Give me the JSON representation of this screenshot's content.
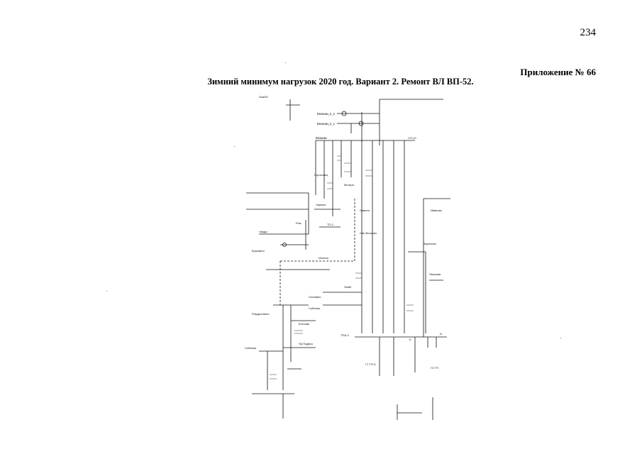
{
  "page": {
    "number": "234",
    "appendix": "Приложение № 66",
    "title": "Зимний минимум нагрузок 2020 год. Вариант 2. Ремонт ВЛ ВП-52."
  },
  "scheme": {
    "labels": {
      "top_left": "Ока/52",
      "vyazniki_2": "Вязники_II_2",
      "vyazniki_1": "Вязники_II_1",
      "vyazniki": "Вязники",
      "sp_label": "СП-10",
      "rom": "Ром",
      "tp2": "ТП-2",
      "gorohovets": "Гороховец",
      "mstera": "Мстера",
      "chernye": "Черные",
      "savino": "Савино",
      "sanvolkovo": "Сан.Волково",
      "cherdy": "Черди",
      "kuzmino": "Кузьмино",
      "ilino": "Ильино",
      "zarechnaya": "Заречная",
      "tpa": "ТПА-3",
      "gl_tp3": "Г1 ТП-3",
      "g3_tp": "Г3 ТП",
      "b_label": "Б",
      "n_label": "N",
      "rozhd": "Рождествено",
      "kotlovo": "Котлово",
      "ppodvoz": "Пр.Подвоз",
      "sob": "Собинка",
      "golovino": "Головино",
      "lemb": "Лемб.",
      "ivanovo": "Иваново",
      "pererva": "Перерва"
    }
  }
}
